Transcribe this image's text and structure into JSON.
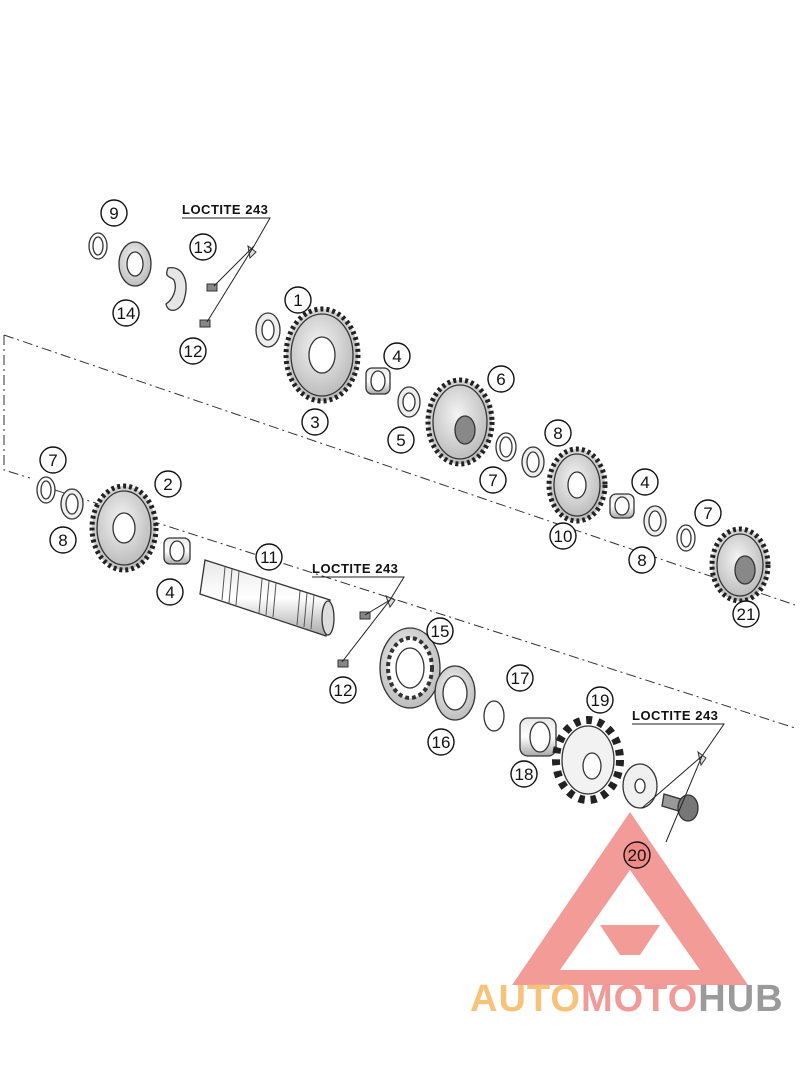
{
  "callouts": [
    {
      "n": "1"
    },
    {
      "n": "2"
    },
    {
      "n": "3"
    },
    {
      "n": "4"
    },
    {
      "n": "4"
    },
    {
      "n": "4"
    },
    {
      "n": "5"
    },
    {
      "n": "6"
    },
    {
      "n": "7"
    },
    {
      "n": "7"
    },
    {
      "n": "7"
    },
    {
      "n": "8"
    },
    {
      "n": "8"
    },
    {
      "n": "8"
    },
    {
      "n": "9"
    },
    {
      "n": "10"
    },
    {
      "n": "11"
    },
    {
      "n": "12"
    },
    {
      "n": "12"
    },
    {
      "n": "13"
    },
    {
      "n": "14"
    },
    {
      "n": "15"
    },
    {
      "n": "16"
    },
    {
      "n": "17"
    },
    {
      "n": "18"
    },
    {
      "n": "19"
    },
    {
      "n": "20"
    },
    {
      "n": "21"
    }
  ],
  "notes": [
    "LOCTITE 243",
    "LOCTITE 243",
    "LOCTITE 243"
  ],
  "logo": {
    "word_a": "AUTO",
    "word_b": "MOTO",
    "word_c": "HUB",
    "colors": {
      "auto": "#f7c27a",
      "moto": "#f29a98",
      "hub": "#9a9a9a",
      "triangle": "#f08a86"
    }
  }
}
